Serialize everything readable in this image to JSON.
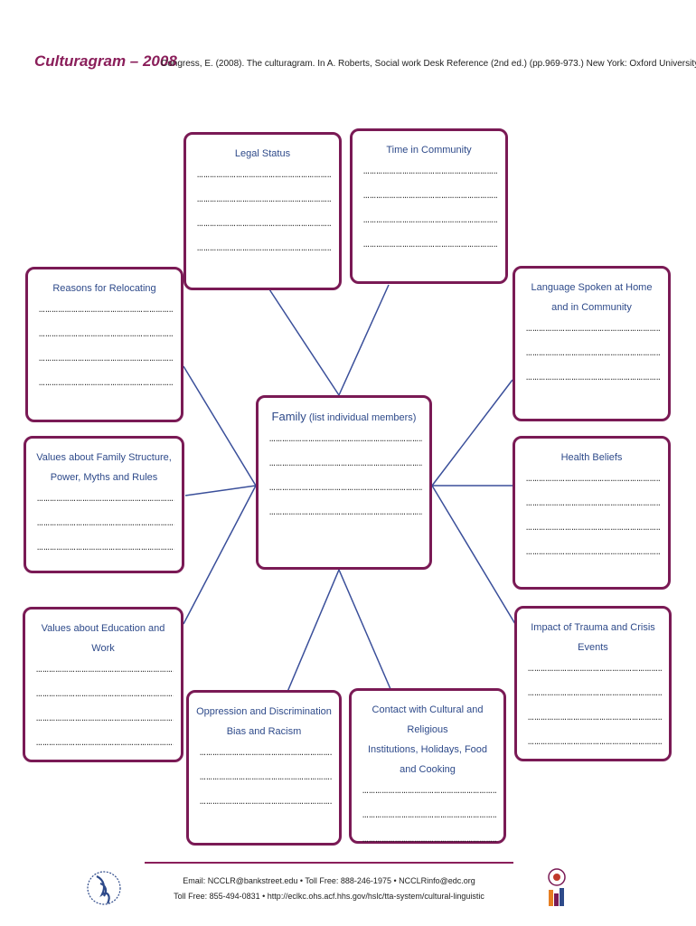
{
  "header": {
    "title": "Culturagram – 2008",
    "citation": "Congress, E. (2008). The culturagram. In A. Roberts, Social work Desk Reference (2nd ed.) (pp.969-973.) New York: Oxford University Press."
  },
  "dots": "…………………………………………………………………",
  "boxes": {
    "legal": {
      "title": "Legal Status"
    },
    "time": {
      "title": "Time in Community"
    },
    "reasons": {
      "title": "Reasons for Relocating"
    },
    "language": {
      "line1": "Language Spoken at Home",
      "line2": "and in Community"
    },
    "family": {
      "title": "Family",
      "subtitle": "(list individual members)"
    },
    "values_family": {
      "line1": "Values about Family Structure,",
      "line2": "Power, Myths and Rules"
    },
    "health": {
      "title": "Health Beliefs"
    },
    "values_education": {
      "title": "Values about Education and Work"
    },
    "trauma": {
      "title": "Impact of Trauma and Crisis Events"
    },
    "oppression": {
      "line1": "Oppression and Discrimination",
      "line2": "Bias and Racism"
    },
    "contact": {
      "line1": "Contact with Cultural and Religious",
      "line2": "Institutions, Holidays, Food and Cooking"
    }
  },
  "footer": {
    "line1": "Email: NCCLR@bankstreet.edu •  Toll Free: 888-246-1975  •  NCCLRinfo@edc.org",
    "line2": "Toll Free: 855-494-0831 •  http://eclkc.ohs.acf.hhs.gov/hslc/tta-system/cultural-linguistic"
  },
  "colors": {
    "border": "#7a1a55",
    "heading": "#2e4a8a",
    "title": "#8a1e5a",
    "connector": "#3a4f9a"
  },
  "icons": {
    "left_logo": "hhs-eagle-logo",
    "right_logo": "national-center-cultural-linguistic-logo"
  }
}
